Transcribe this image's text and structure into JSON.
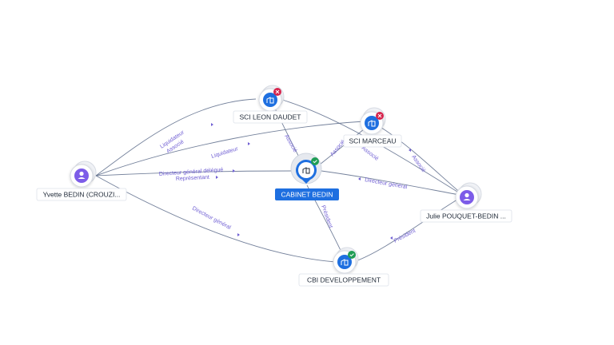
{
  "nodes": [
    {
      "id": "yvette",
      "label": "Yvette BEDIN (CROUZI...",
      "kind": "person"
    },
    {
      "id": "julie",
      "label": "Julie POUQUET-BEDIN ...",
      "kind": "person"
    },
    {
      "id": "sci_leon",
      "label": "SCI LEON DAUDET",
      "kind": "company",
      "status": "closed"
    },
    {
      "id": "sci_marceau",
      "label": "SCI MARCEAU",
      "kind": "company",
      "status": "closed"
    },
    {
      "id": "cabinet",
      "label": "CABINET BEDIN",
      "kind": "company",
      "status": "active",
      "selected": true
    },
    {
      "id": "cbi",
      "label": "CBI DEVELOPPEMENT",
      "kind": "company",
      "status": "active"
    }
  ],
  "edges": [
    {
      "from": "yvette",
      "to": "sci_leon",
      "labels": [
        "Liquidateur",
        "Associé"
      ]
    },
    {
      "from": "yvette",
      "to": "sci_marceau",
      "labels": [
        "Liquidateur"
      ]
    },
    {
      "from": "yvette",
      "to": "cabinet",
      "labels": [
        "Directeur général délégué",
        "Représentant"
      ]
    },
    {
      "from": "yvette",
      "to": "cbi",
      "labels": [
        "Directeur général"
      ]
    },
    {
      "from": "cabinet",
      "to": "sci_leon",
      "labels": [
        "Associé"
      ]
    },
    {
      "from": "cabinet",
      "to": "sci_marceau",
      "labels": [
        "Associé"
      ]
    },
    {
      "from": "cabinet",
      "to": "cbi",
      "labels": [
        "Président"
      ]
    },
    {
      "from": "julie",
      "to": "sci_marceau",
      "labels": [
        "Associé"
      ]
    },
    {
      "from": "julie",
      "to": "cabinet",
      "labels": [
        "Directeur général"
      ]
    },
    {
      "from": "julie",
      "to": "cbi",
      "labels": [
        "Président"
      ]
    },
    {
      "from": "julie",
      "to": "sci_leon",
      "labels": [
        "Associé"
      ]
    }
  ],
  "colors": {
    "person": "#7c5ce8",
    "company": "#1e6fe0",
    "active_badge": "#1f9d55",
    "closed_badge": "#d6254d",
    "label_text": "#6f5ed3"
  }
}
